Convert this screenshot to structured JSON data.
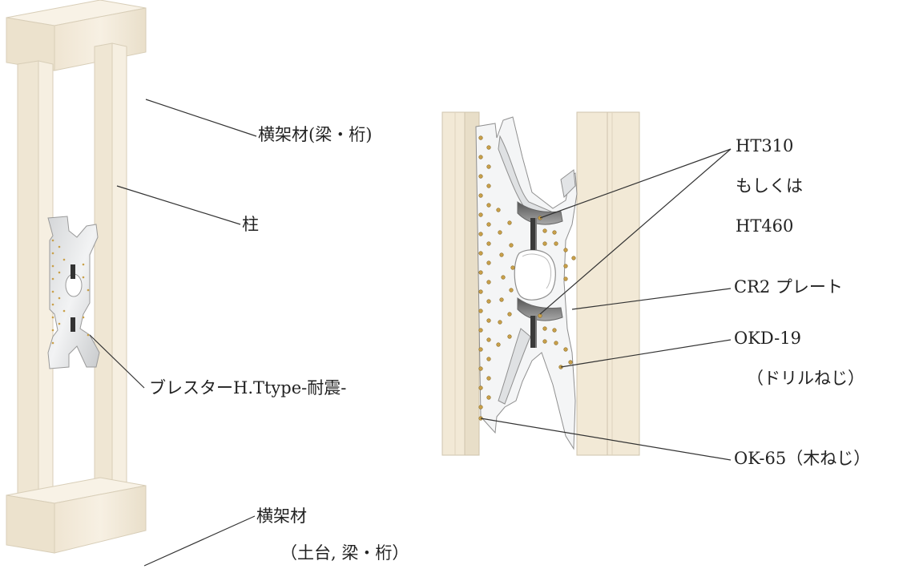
{
  "labels": {
    "beam_top": "横架材(梁・桁)",
    "column": "柱",
    "brace": "ブレスターH.Ttype-耐震-",
    "beam_bottom_line1": "横架材",
    "beam_bottom_line2": "（土台, 梁・桁）",
    "ht_line1": "HT310",
    "ht_line2": "もしくは",
    "ht_line3": "HT460",
    "cr2_plate": "CR2 プレート",
    "okd_line1": "OKD-19",
    "okd_line2": "（ドリルねじ）",
    "ok65": "OK-65（木ねじ）"
  },
  "colors": {
    "wood": "#f4ecdc",
    "wood_edge": "#c9bfa8",
    "steel": "#eaeaea",
    "steel_dark": "#8a8a8a",
    "screw": "#c9a04a",
    "leader": "#333333"
  }
}
